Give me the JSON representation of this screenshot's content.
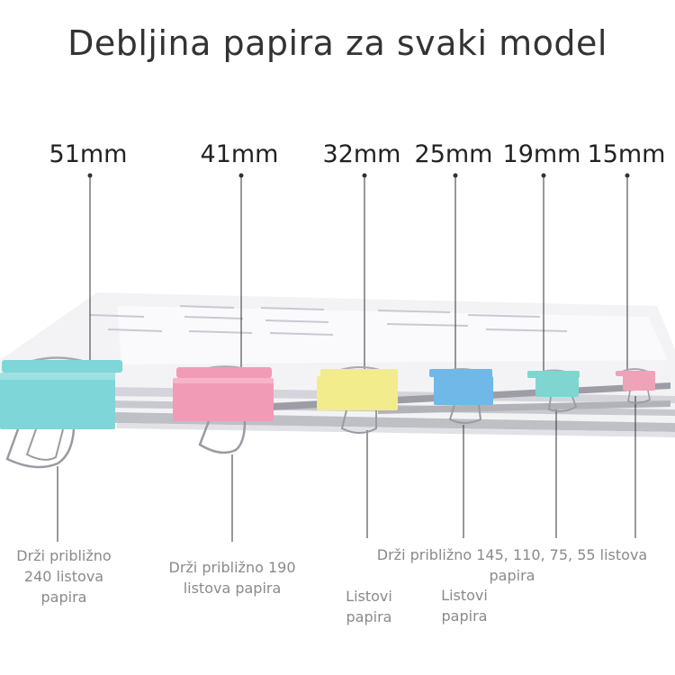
{
  "title": "Debljina papira za svaki model",
  "clips": [
    {
      "size_label": "51mm",
      "color": "#7fd6d8"
    },
    {
      "size_label": "41mm",
      "color": "#f29bb6"
    },
    {
      "size_label": "32mm",
      "color": "#f2ec8c"
    },
    {
      "size_label": "25mm",
      "color": "#6fb8e8"
    },
    {
      "size_label": "19mm",
      "color": "#7fd6d0"
    },
    {
      "size_label": "15mm",
      "color": "#f0a2b8"
    }
  ],
  "captions": {
    "c51_line1": "Drži približno",
    "c51_line2": "240 listova",
    "c51_line3": "papira",
    "c41_line1": "Drži približno 190",
    "c41_line2": "listova papira",
    "c_small_line1": "Drži približno 145, 110, 75, 55 listova",
    "c_small_line2": "papira",
    "c32_line1": "Listovi",
    "c32_line2": "papira",
    "c25_line1": "Listovi",
    "c25_line2": "papira"
  }
}
